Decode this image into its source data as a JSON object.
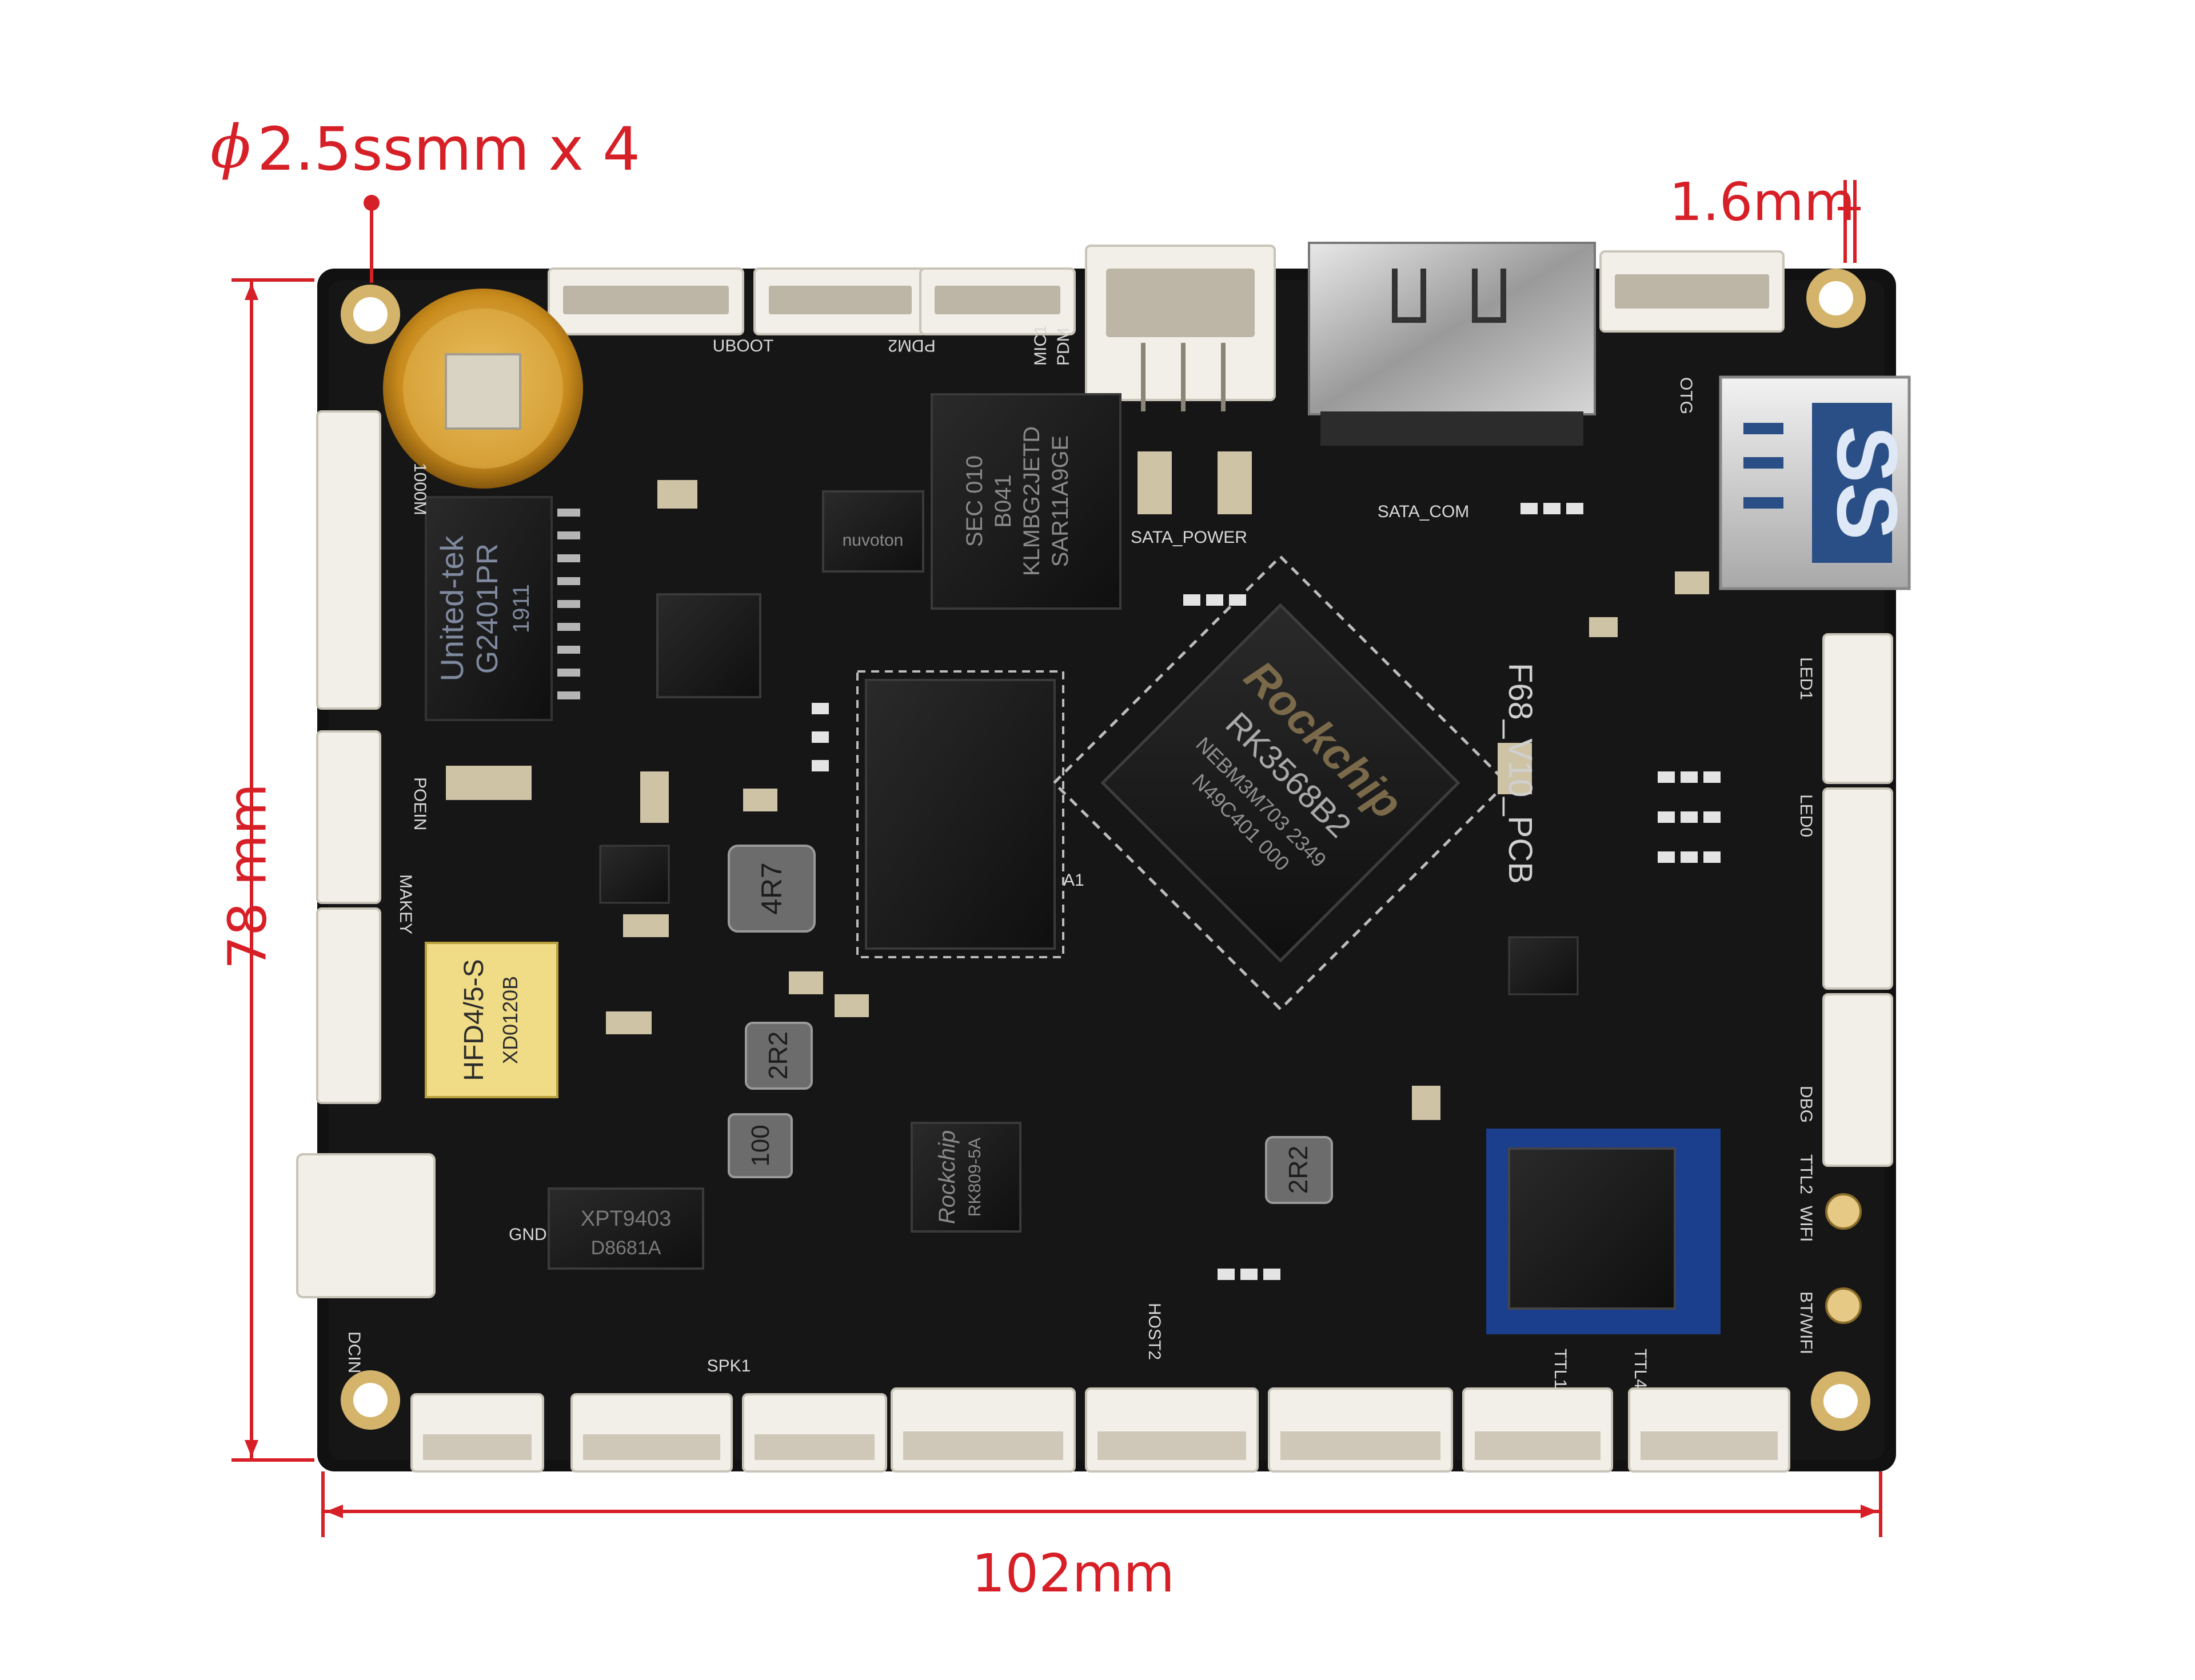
{
  "dimensions": {
    "hole_label": "2.5ssmm x 4",
    "hole_symbol": "ϕ",
    "thickness_label": "1.6mm",
    "height_label": "78 mm",
    "width_label": "102mm",
    "color": "#d61f26"
  },
  "board": {
    "silkscreen": {
      "uboot": "UBOOT",
      "pdm2": "PDM2",
      "mic1": "MIC1",
      "pdm": "PDM",
      "sata_power": "SATA_POWER",
      "sata_com": "SATA_COM",
      "otg": "OTG",
      "led1": "LED1",
      "led0": "LED0",
      "dbg": "DBG",
      "ttl2": "TTL2",
      "wifi": "WIFI",
      "bt_wifi": "BT/WIFI",
      "ttl1": "TTL1",
      "ttl4": "TTL4",
      "host2": "HOST2",
      "spk1": "SPK1",
      "dcin": "DCIN",
      "poein": "POEIN",
      "makey": "MAKEY",
      "m1000": "1000M",
      "a1": "A1",
      "board_name": "F68_V10_PCB",
      "gnd": "GND"
    },
    "chips": {
      "soc_brand": "Rockchip",
      "soc_model": "RK3568B2",
      "soc_line2": "NEBM3M703  2349",
      "soc_line3": "N49C401 000",
      "pmic_brand": "Rockchip",
      "pmic_model": "RK809-5A",
      "emmc_line1": "SEC 010",
      "emmc_line2": "B041",
      "emmc_line3": "KLMBG2JETD",
      "emmc_line4": "SAR11A9GE",
      "magnetics_brand": "United-tek",
      "magnetics_model": "G2401PR",
      "magnetics_code": "1911",
      "relay_model": "HFD4/5-S",
      "relay_code": "XD0120B",
      "inductor1": "4R7",
      "inductor2": "2R2",
      "inductor3": "2R2",
      "inductor4": "100",
      "amp_model": "XPT9403",
      "amp_code": "D8681A",
      "phy_brand": "nuvoton",
      "usb3": "SS"
    }
  }
}
